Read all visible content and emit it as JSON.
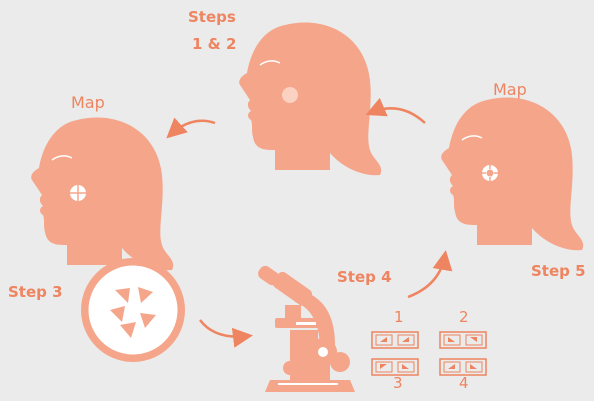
{
  "colors": {
    "background": "#ebebeb",
    "accent": "#f5a58a",
    "text": "#ee8460",
    "arrow": "#ee8460",
    "white": "#ffffff"
  },
  "labels": {
    "steps_1_2_line1": "Steps",
    "steps_1_2_line2": "1 & 2",
    "map_left": "Map",
    "map_right": "Map",
    "step3": "Step 3",
    "step4": "Step 4",
    "step5": "Step 5"
  },
  "slides": {
    "numbers": [
      "1",
      "2",
      "3",
      "4"
    ]
  },
  "icons": [
    "head-icon",
    "biopsy-disc-icon",
    "microscope-icon",
    "slide-icon",
    "arrow-icon",
    "map-marker-icon"
  ]
}
